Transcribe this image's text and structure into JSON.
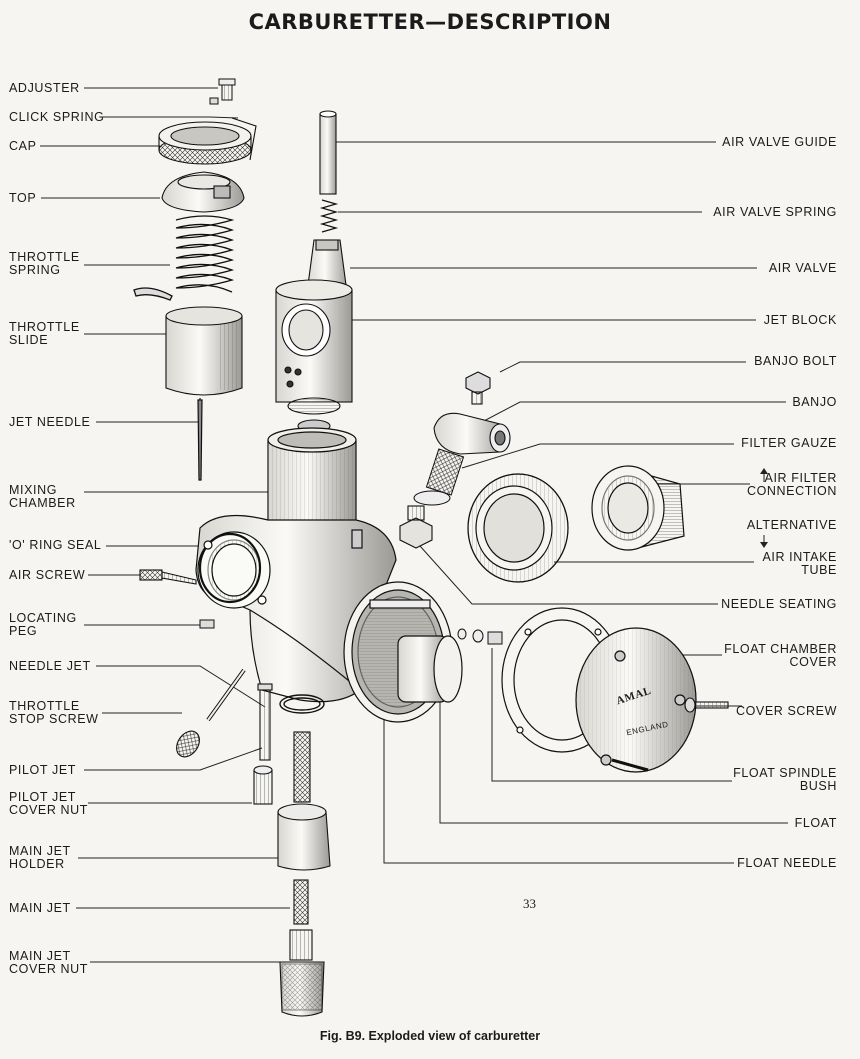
{
  "title": "CARBURETTER—DESCRIPTION",
  "page_number": "33",
  "caption": "Fig. B9.  Exploded view of carburetter",
  "labels_left": [
    {
      "id": "adjuster",
      "lines": [
        "ADJUSTER"
      ]
    },
    {
      "id": "click-spring",
      "lines": [
        "CLICK SPRING"
      ]
    },
    {
      "id": "cap",
      "lines": [
        "CAP"
      ]
    },
    {
      "id": "top",
      "lines": [
        "TOP"
      ]
    },
    {
      "id": "throttle-spring",
      "lines": [
        "THROTTLE",
        "SPRING"
      ]
    },
    {
      "id": "throttle-slide",
      "lines": [
        "THROTTLE",
        "SLIDE"
      ]
    },
    {
      "id": "jet-needle",
      "lines": [
        "JET NEEDLE"
      ]
    },
    {
      "id": "mixing-chamber",
      "lines": [
        "MIXING",
        "CHAMBER"
      ]
    },
    {
      "id": "o-ring-seal",
      "lines": [
        "'O' RING SEAL"
      ]
    },
    {
      "id": "air-screw",
      "lines": [
        "AIR SCREW"
      ]
    },
    {
      "id": "locating-peg",
      "lines": [
        "LOCATING",
        "PEG"
      ]
    },
    {
      "id": "needle-jet",
      "lines": [
        "NEEDLE JET"
      ]
    },
    {
      "id": "throttle-stop-screw",
      "lines": [
        "THROTTLE",
        "STOP SCREW"
      ]
    },
    {
      "id": "pilot-jet",
      "lines": [
        "PILOT JET"
      ]
    },
    {
      "id": "pilot-jet-cover-nut",
      "lines": [
        "PILOT JET",
        "COVER NUT"
      ]
    },
    {
      "id": "main-jet-holder",
      "lines": [
        "MAIN JET",
        "HOLDER"
      ]
    },
    {
      "id": "main-jet",
      "lines": [
        "MAIN JET"
      ]
    },
    {
      "id": "main-jet-cover-nut",
      "lines": [
        "MAIN JET",
        "COVER NUT"
      ]
    }
  ],
  "labels_right": [
    {
      "id": "air-valve-guide",
      "lines": [
        "AIR VALVE GUIDE"
      ]
    },
    {
      "id": "air-valve-spring",
      "lines": [
        "AIR VALVE SPRING"
      ]
    },
    {
      "id": "air-valve",
      "lines": [
        "AIR VALVE"
      ]
    },
    {
      "id": "jet-block",
      "lines": [
        "JET BLOCK"
      ]
    },
    {
      "id": "banjo-bolt",
      "lines": [
        "BANJO BOLT"
      ]
    },
    {
      "id": "banjo",
      "lines": [
        "BANJO"
      ]
    },
    {
      "id": "filter-gauze",
      "lines": [
        "FILTER GAUZE"
      ]
    },
    {
      "id": "air-filter-connection",
      "lines": [
        "AIR FILTER",
        "CONNECTION"
      ]
    },
    {
      "id": "alternative",
      "lines": [
        "ALTERNATIVE"
      ]
    },
    {
      "id": "air-intake-tube",
      "lines": [
        "AIR INTAKE",
        "TUBE"
      ]
    },
    {
      "id": "needle-seating",
      "lines": [
        "NEEDLE SEATING"
      ]
    },
    {
      "id": "float-chamber-cover",
      "lines": [
        "FLOAT CHAMBER",
        "COVER"
      ]
    },
    {
      "id": "cover-screw",
      "lines": [
        "COVER SCREW"
      ]
    },
    {
      "id": "float-spindle-bush",
      "lines": [
        "FLOAT SPINDLE",
        "BUSH"
      ]
    },
    {
      "id": "float",
      "lines": [
        "FLOAT"
      ]
    },
    {
      "id": "float-needle",
      "lines": [
        "FLOAT NEEDLE"
      ]
    }
  ],
  "cover_emblem": [
    "AMAL",
    "ENGLAND"
  ]
}
